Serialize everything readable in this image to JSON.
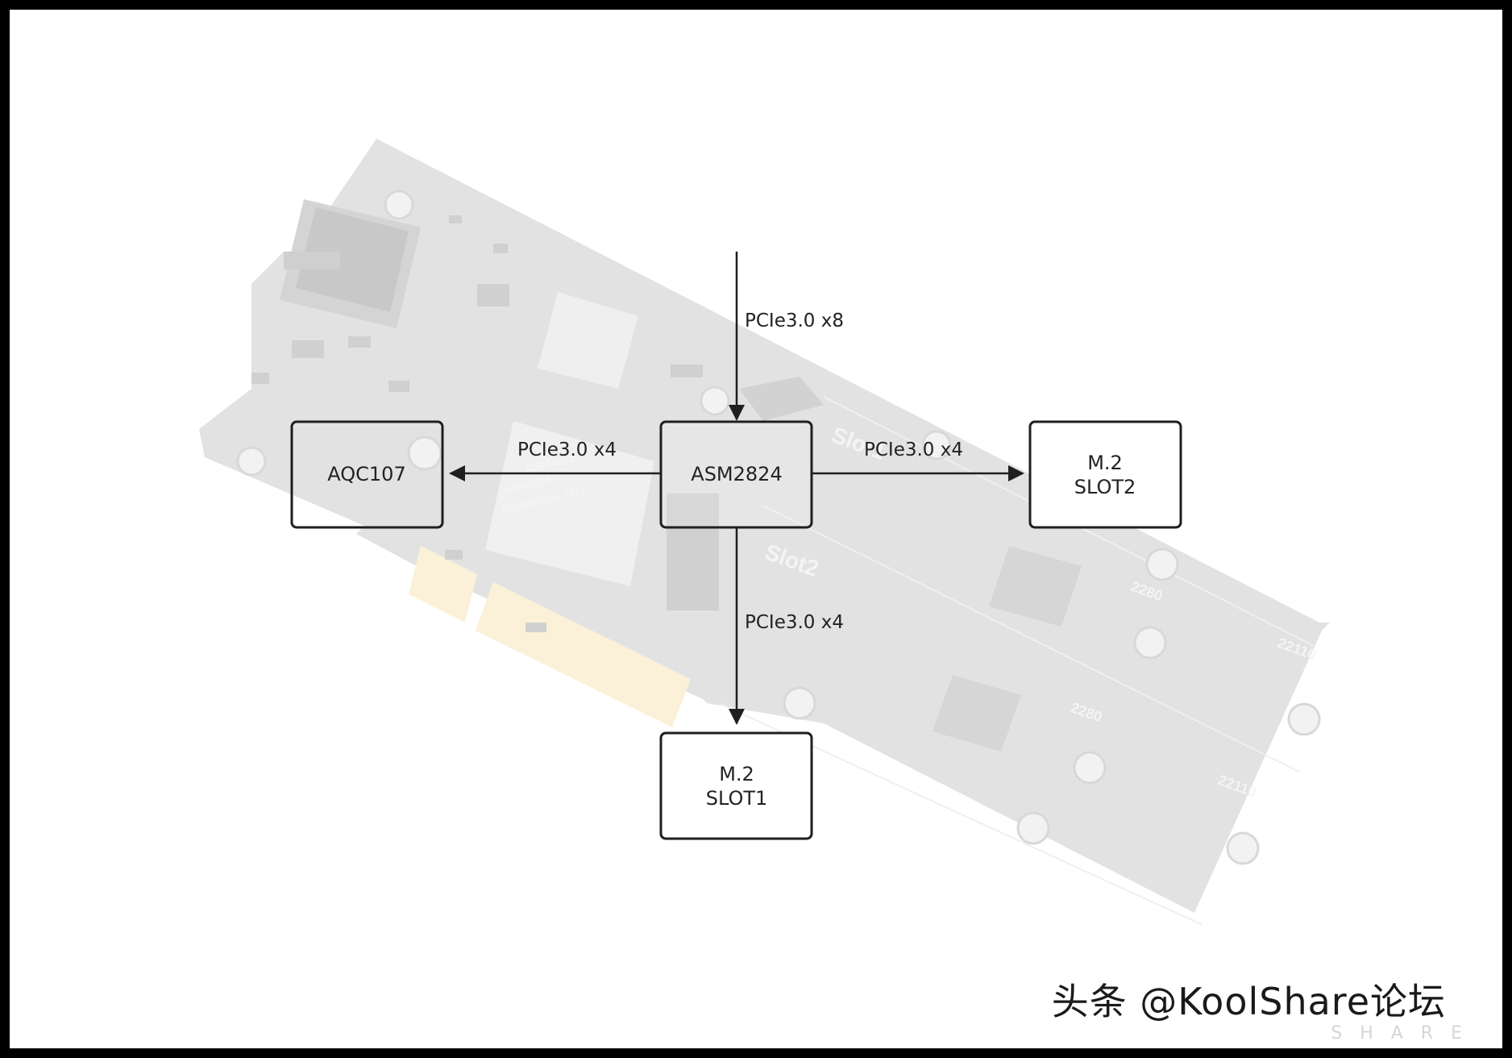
{
  "board": {
    "silkscreen": {
      "slot1": "Slot1",
      "slot2": "Slot2",
      "len_2280_a": "2280",
      "len_22110_a": "22110",
      "len_2280_b": "2280",
      "len_22110_b": "22110",
      "chip_text": [
        "ASMedia",
        "ASM2824",
        "B9GH472A1 2012"
      ]
    }
  },
  "diagram": {
    "nodes": {
      "asm": {
        "label": "ASM2824"
      },
      "aqc": {
        "label": "AQC107"
      },
      "slot2": {
        "line1": "M.2",
        "line2": "SLOT2"
      },
      "slot1": {
        "line1": "M.2",
        "line2": "SLOT1"
      }
    },
    "edges": {
      "uplink": {
        "label": "PCIe3.0 x8"
      },
      "to_aqc": {
        "label": "PCIe3.0 x4"
      },
      "to_slot2": {
        "label": "PCIe3.0 x4"
      },
      "to_slot1": {
        "label": "PCIe3.0 x4"
      }
    }
  },
  "watermark": {
    "text": "头条 @KoolShare论坛",
    "sub": "SHARE"
  },
  "colors": {
    "frame": "#000000",
    "background": "#ffffff",
    "board": "#e0e0e0",
    "box_stroke": "#1f1f1f",
    "arrow": "#1f1f1f"
  }
}
